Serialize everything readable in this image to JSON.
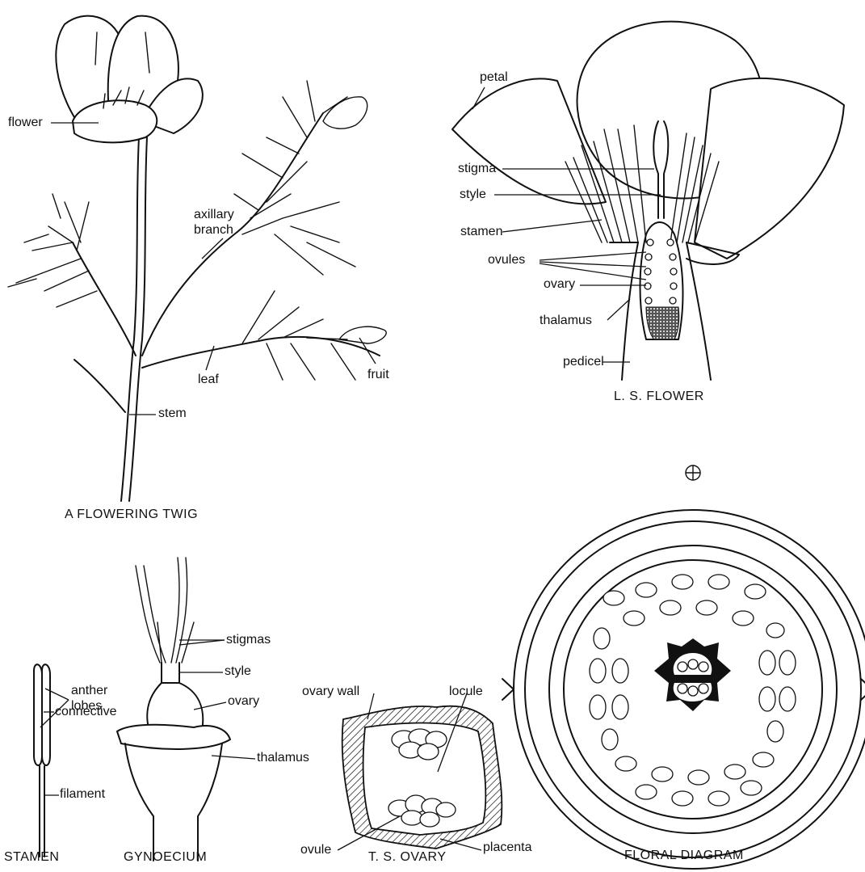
{
  "twig": {
    "caption": "A FLOWERING TWIG",
    "labels": {
      "flower": "flower",
      "axillary_branch": "axillary\nbranch",
      "leaf": "leaf",
      "fruit": "fruit",
      "stem": "stem"
    }
  },
  "ls_flower": {
    "caption": "L. S. FLOWER",
    "labels": {
      "petal": "petal",
      "stigma": "stigma",
      "style": "style",
      "stamen": "stamen",
      "ovules": "ovules",
      "ovary": "ovary",
      "thalamus": "thalamus",
      "pedicel": "pedicel"
    }
  },
  "floral_formula_symbol": "⊕",
  "stamen": {
    "caption": "STAMEN",
    "labels": {
      "anther_lobes": "anther\nlobes",
      "connective": "connective",
      "filament": "filament"
    }
  },
  "gynoecium": {
    "caption": "GYNOECIUM",
    "labels": {
      "stigmas": "stigmas",
      "style": "style",
      "ovary": "ovary",
      "thalamus": "thalamus"
    }
  },
  "ts_ovary": {
    "caption": "T. S. OVARY",
    "labels": {
      "ovary_wall": "ovary wall",
      "locule": "locule",
      "ovule": "ovule",
      "placenta": "placenta"
    }
  },
  "floral_diagram": {
    "caption": "FLORAL DIAGRAM"
  }
}
